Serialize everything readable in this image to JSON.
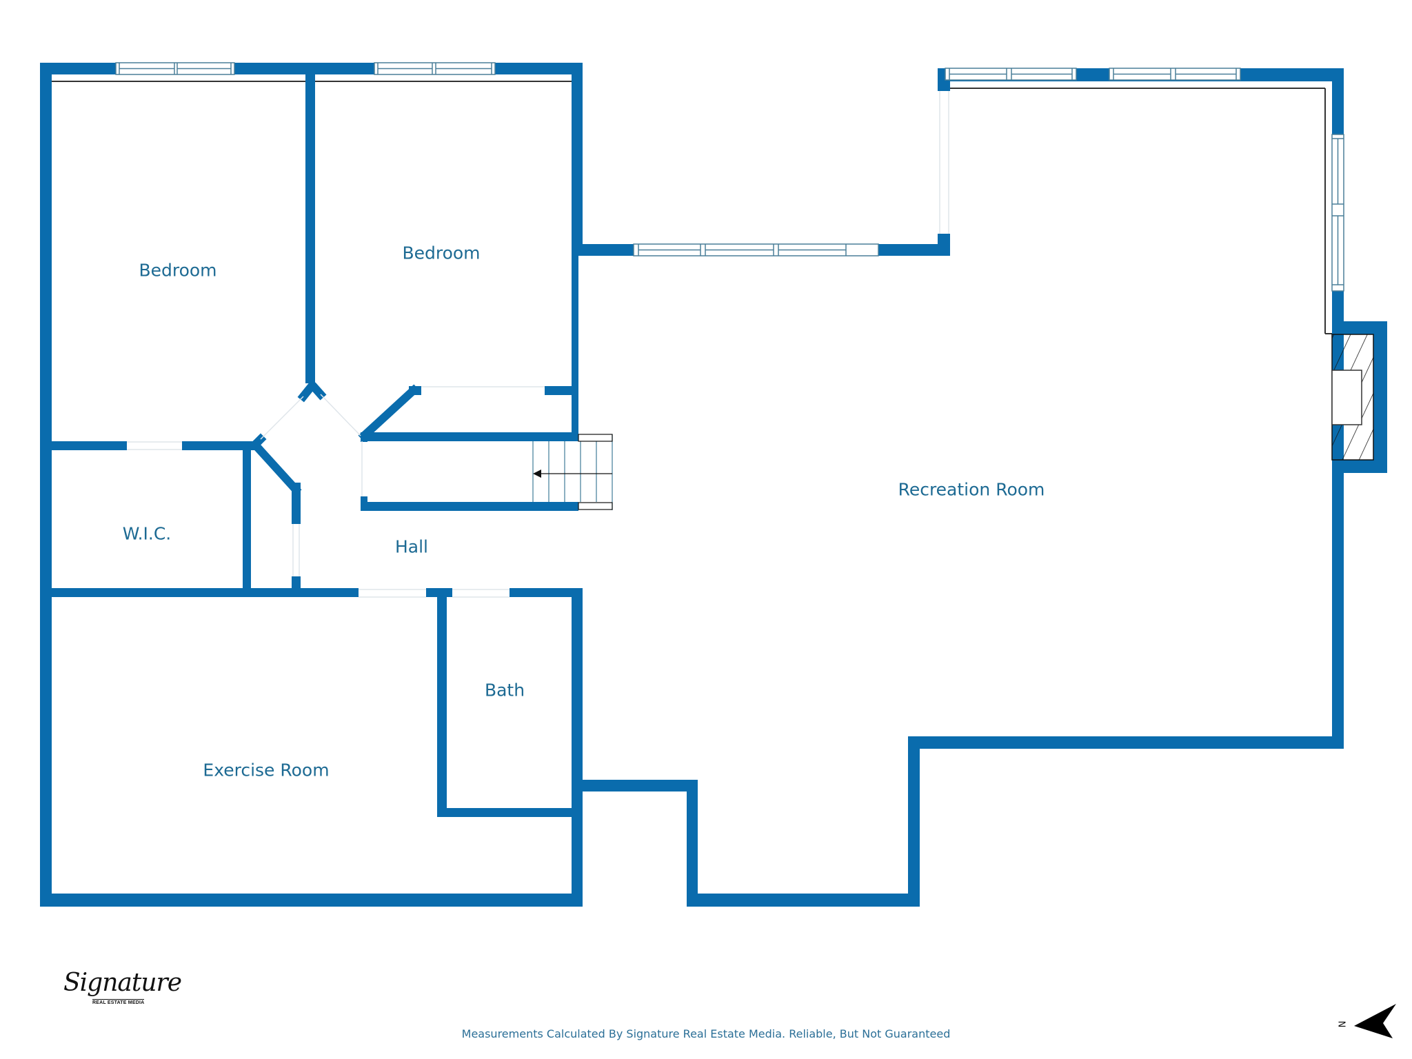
{
  "floor_plan": {
    "colors": {
      "wall": "#0a6cad",
      "window_fill": "#ffffff",
      "window_stroke": "#4a7f99",
      "label": "#1d6a93",
      "opening": "#e3e8ec"
    },
    "rooms": [
      {
        "id": "bedroom-1",
        "label": "Bedroom"
      },
      {
        "id": "bedroom-2",
        "label": "Bedroom"
      },
      {
        "id": "wic",
        "label": "W.I.C."
      },
      {
        "id": "hall",
        "label": "Hall"
      },
      {
        "id": "recreation-room",
        "label": "Recreation Room"
      },
      {
        "id": "bath",
        "label": "Bath"
      },
      {
        "id": "exercise-room",
        "label": "Exercise Room"
      }
    ]
  },
  "branding": {
    "logo_script": "Signature",
    "logo_subtitle": "REAL ESTATE MEDIA"
  },
  "compass": {
    "letter": "N",
    "icon": "north-arrow-icon"
  },
  "footer": {
    "disclaimer": "Measurements Calculated By Signature Real Estate Media. Reliable, But Not Guaranteed"
  }
}
